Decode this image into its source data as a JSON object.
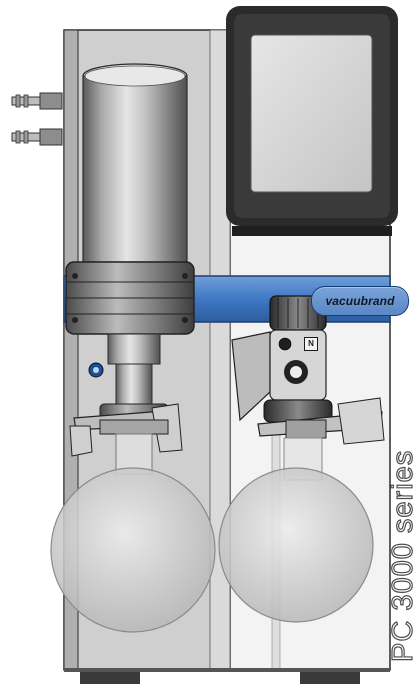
{
  "brand": {
    "logo_text": "vacuubrand"
  },
  "product": {
    "series_label": "PC 3000 series"
  },
  "valve": {
    "mode_label": "N"
  },
  "colors": {
    "accent_band": "#3f78c4",
    "frame": "#2b2b2b",
    "screen": "#d4d4d4",
    "housing_light": "#f3f3f3",
    "housing_dark": "#c8c8c8",
    "flask_glass": "#d9d9d9"
  },
  "icons": [
    "hose-barb-icon",
    "knob-icon",
    "clamp-icon"
  ]
}
